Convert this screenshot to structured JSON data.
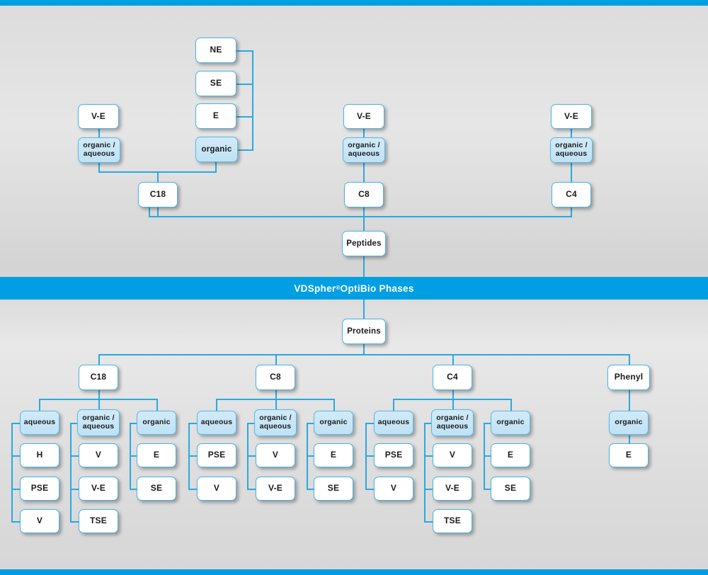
{
  "banner": {
    "text_before": "VDSpher",
    "sup": "®",
    "text_after": " OptiBio Phases"
  },
  "theme": {
    "accent": "#009fe3",
    "line": "#2aa9e0",
    "node_border": "#4ab4e3",
    "node_fill_white": "#ffffff",
    "node_fill_blue": "#c9e6f7",
    "background": "#dcdcdc",
    "text": "#1a1a1a"
  },
  "peptides": {
    "root": "Peptides",
    "columns": [
      {
        "sorbent": "C18",
        "modes": [
          {
            "label": "organic /\naqueous",
            "fill": "blue",
            "items": [
              "V-E"
            ]
          },
          {
            "label": "organic",
            "fill": "blue",
            "items": [
              "NE",
              "SE",
              "E"
            ]
          }
        ]
      },
      {
        "sorbent": "C8",
        "modes": [
          {
            "label": "organic /\naqueous",
            "fill": "blue",
            "items": [
              "V-E"
            ]
          }
        ]
      },
      {
        "sorbent": "C4",
        "modes": [
          {
            "label": "organic /\naqueous",
            "fill": "blue",
            "items": [
              "V-E"
            ]
          }
        ]
      }
    ]
  },
  "proteins": {
    "root": "Proteins",
    "columns": [
      {
        "sorbent": "C18",
        "modes": [
          {
            "label": "aqueous",
            "fill": "blue",
            "items": [
              "H",
              "PSE",
              "V"
            ]
          },
          {
            "label": "organic /\naqueous",
            "fill": "blue",
            "items": [
              "V",
              "V-E",
              "TSE"
            ]
          },
          {
            "label": "organic",
            "fill": "blue",
            "items": [
              "E",
              "SE"
            ]
          }
        ]
      },
      {
        "sorbent": "C8",
        "modes": [
          {
            "label": "aqueous",
            "fill": "blue",
            "items": [
              "PSE",
              "V"
            ]
          },
          {
            "label": "organic /\naqueous",
            "fill": "blue",
            "items": [
              "V",
              "V-E"
            ]
          },
          {
            "label": "organic",
            "fill": "blue",
            "items": [
              "E",
              "SE"
            ]
          }
        ]
      },
      {
        "sorbent": "C4",
        "modes": [
          {
            "label": "aqueous",
            "fill": "blue",
            "items": [
              "PSE",
              "V"
            ]
          },
          {
            "label": "organic /\naqueous",
            "fill": "blue",
            "items": [
              "V",
              "V-E",
              "TSE"
            ]
          },
          {
            "label": "organic",
            "fill": "blue",
            "items": [
              "E",
              "SE"
            ]
          }
        ]
      },
      {
        "sorbent": "Phenyl",
        "modes": [
          {
            "label": "organic",
            "fill": "blue",
            "items": [
              "E"
            ]
          }
        ]
      }
    ]
  },
  "nodes": {
    "top": {
      "ne": "NE",
      "se": "SE",
      "e": "E",
      "organic": "organic",
      "ve_left": "V-E",
      "oa_left": "organic /\naqueous",
      "c18": "C18",
      "ve_mid": "V-E",
      "oa_mid": "organic /\naqueous",
      "c8": "C8",
      "ve_right": "V-E",
      "oa_right": "organic /\naqueous",
      "c4": "C4",
      "peptides": "Peptides"
    },
    "bottom": {
      "proteins": "Proteins",
      "c18": "C18",
      "c8": "C8",
      "c4": "C4",
      "phenyl": "Phenyl",
      "c18_aqueous": "aqueous",
      "c18_oa": "organic /\naqueous",
      "c18_organic": "organic",
      "c18_aq_1": "H",
      "c18_aq_2": "PSE",
      "c18_aq_3": "V",
      "c18_oa_1": "V",
      "c18_oa_2": "V-E",
      "c18_oa_3": "TSE",
      "c18_or_1": "E",
      "c18_or_2": "SE",
      "c8_aqueous": "aqueous",
      "c8_oa": "organic /\naqueous",
      "c8_organic": "organic",
      "c8_aq_1": "PSE",
      "c8_aq_2": "V",
      "c8_oa_1": "V",
      "c8_oa_2": "V-E",
      "c8_or_1": "E",
      "c8_or_2": "SE",
      "c4_aqueous": "aqueous",
      "c4_oa": "organic /\naqueous",
      "c4_organic": "organic",
      "c4_aq_1": "PSE",
      "c4_aq_2": "V",
      "c4_oa_1": "V",
      "c4_oa_2": "V-E",
      "c4_oa_3": "TSE",
      "c4_or_1": "E",
      "c4_or_2": "SE",
      "phenyl_organic": "organic",
      "phenyl_or_1": "E"
    }
  }
}
